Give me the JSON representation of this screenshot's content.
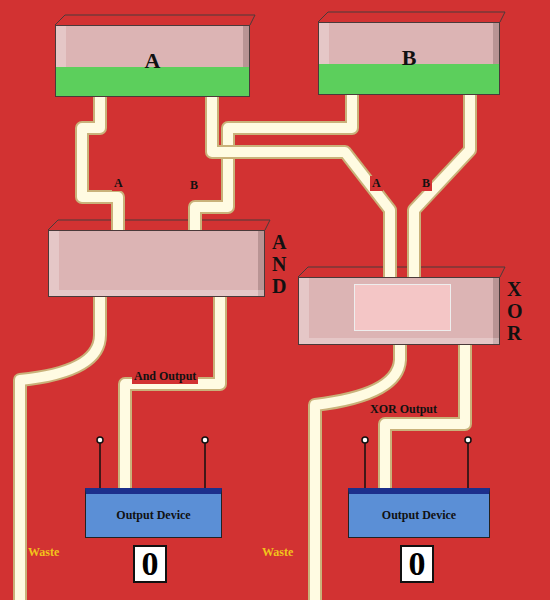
{
  "diagram": {
    "nodes": [
      {
        "text": [
          "A"
        ]
      },
      {
        "text": [
          "B"
        ]
      },
      {
        "text": [
          "AND"
        ]
      },
      {
        "text": [
          "XOR"
        ]
      },
      {
        "text": [
          "Output Device"
        ]
      },
      {
        "text": [
          "0"
        ]
      },
      {
        "text": [
          "Output Device"
        ]
      },
      {
        "text": [
          "0"
        ]
      }
    ],
    "edges": [
      {
        "from": 0,
        "to": 2,
        "label": "A",
        "arrow": "none"
      },
      {
        "from": 1,
        "to": 2,
        "label": "B",
        "arrow": "none"
      },
      {
        "from": 0,
        "to": 3,
        "label": "A",
        "arrow": "none"
      },
      {
        "from": 1,
        "to": 3,
        "label": "B",
        "arrow": "none"
      },
      {
        "from": 2,
        "to": 4,
        "label": "And Output",
        "arrow": "none"
      },
      {
        "from": 3,
        "to": 6,
        "label": "XOR  Output",
        "arrow": "none"
      }
    ],
    "labels": [
      "Waste",
      "Waste"
    ]
  }
}
